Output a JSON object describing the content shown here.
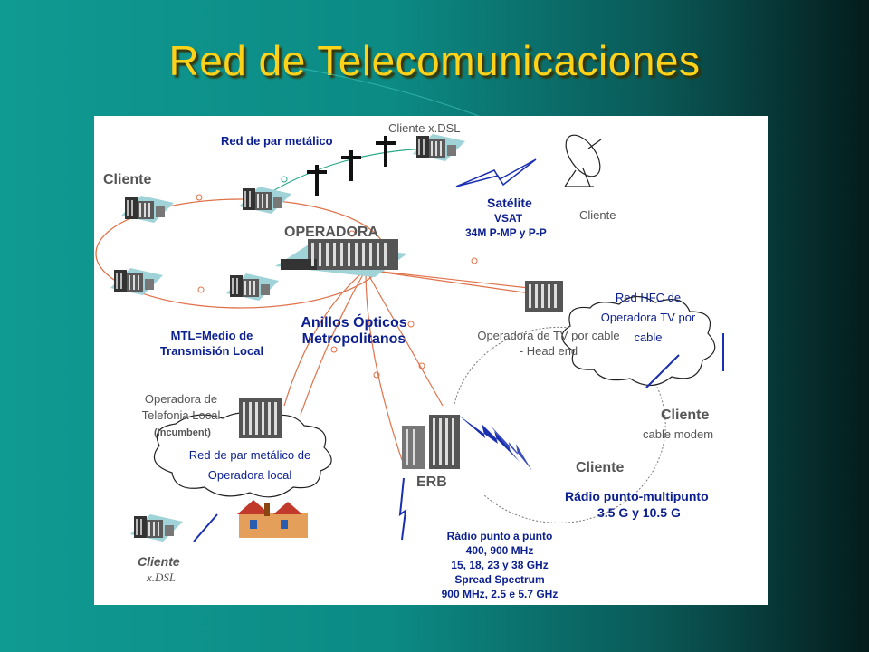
{
  "slide": {
    "title": "Red de Telecomunicaciones"
  },
  "labels": {
    "cliente_xdsl_top": "Cliente x.DSL",
    "red_par_metalico": "Red de par metálico",
    "cliente_left": "Cliente",
    "operadora": "OPERADORA",
    "satelite": "Satélite",
    "vsat": "VSAT",
    "vsat_rate": "34M P-MP y P-P",
    "cliente_satelite": "Cliente",
    "red_hfc": "Red HFC de Operadora TV por cable",
    "mtl": "MTL=Medio de Transmisión Local",
    "anillos": "Anillos Ópticos Metropolitanos",
    "operadora_tv": "Operadora de TV por cable - Head end",
    "operadora_telefonia": "Operadora de Telefonia Local",
    "incumbent": "(Incumbent)",
    "red_par_local": "Red de par metálico de Operadora local",
    "cliente_cable_modem": "Cliente",
    "cable_modem": "cable modem",
    "erb": "ERB",
    "cliente_radio": "Cliente",
    "radio_pmp": "Rádio punto-multipunto",
    "radio_pmp_freq": "3.5 G y 10.5 G",
    "cliente_xdsl_bottom": "Cliente",
    "xdsl_bottom": "x.DSL",
    "radio_pp_1": "Rádio punto a punto",
    "radio_pp_2": "400, 900 MHz",
    "radio_pp_3": "15, 18, 23 y 38 GHz",
    "radio_pp_4": "Spread Spectrum",
    "radio_pp_5": "900 MHz, 2.5 e 5.7 GHz"
  },
  "colors": {
    "title": "#ffd21a",
    "navy_text": "#0b1f8f",
    "gray_text": "#555555",
    "fiber_links": "#e0724a",
    "metal_link": "#2aa88a",
    "radio_bolt": "#1a2fb0"
  },
  "icons": [
    "building-icon",
    "telephone-pole-icon",
    "satellite-dish-icon",
    "lightning-bolt-icon",
    "cloud-icon",
    "house-icon"
  ]
}
